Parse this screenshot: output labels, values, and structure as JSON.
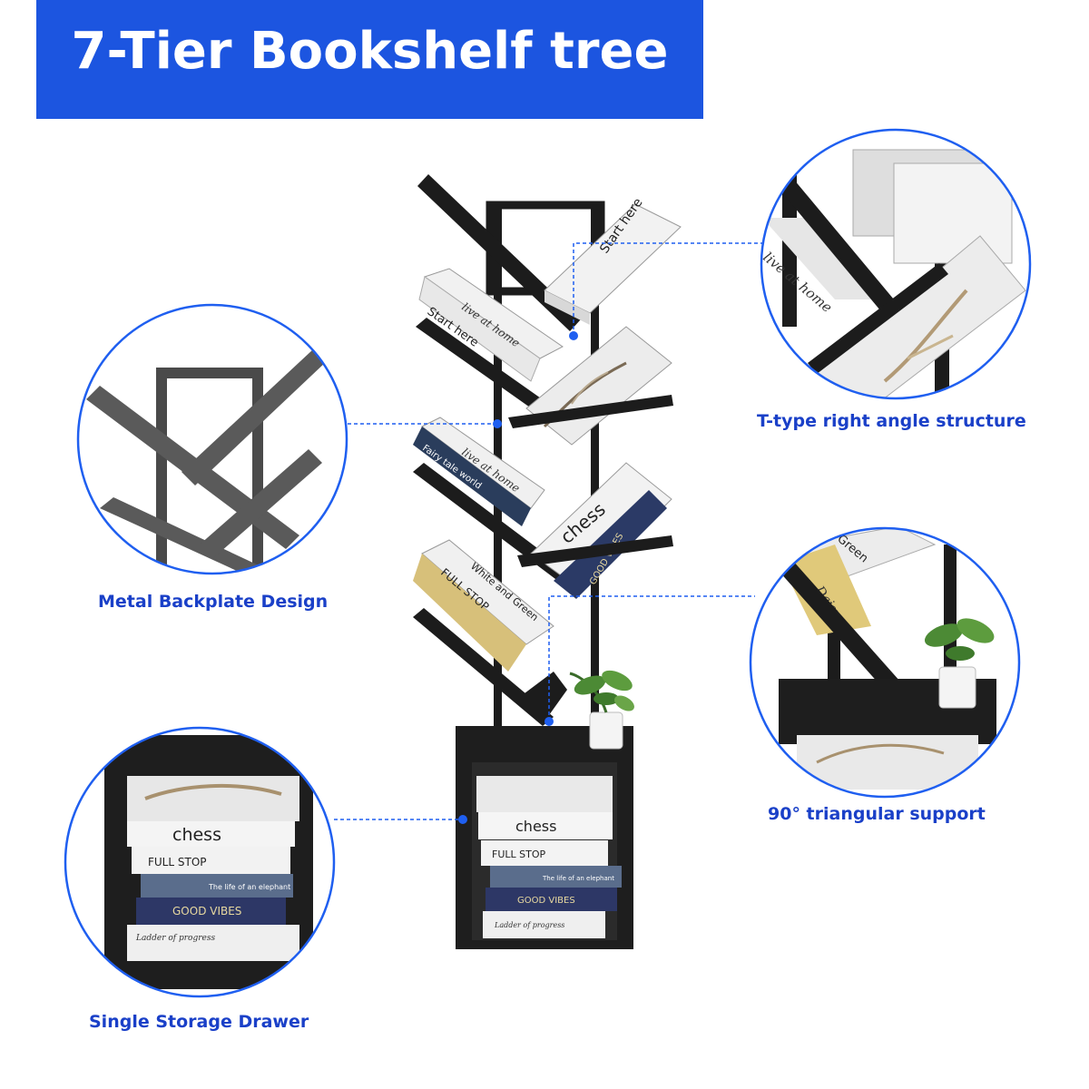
{
  "title": "7-Tier Bookshelf tree",
  "captions": {
    "t_type": "T-type right angle structure",
    "backplate": "Metal Backplate Design",
    "triangular": "90° triangular support",
    "drawer": "Single Storage Drawer"
  },
  "books": {
    "start_here": "Start here",
    "live_at_home": "live at home",
    "fairy_tale": "Fairy tale world",
    "chess": "chess",
    "good_vibes": "GOOD VIBES",
    "full_stop": "FULL STOP",
    "white_and_green": "White and Green",
    "green": "Green",
    "ladder": "Ladder of progress",
    "life_elephant": "The life of an elephant",
    "daisy": "Daisy"
  },
  "colors": {
    "banner": "#1c55e0",
    "caption": "#1a40c8",
    "accent": "#1f5ff0",
    "frame": "#1c1c1c"
  }
}
